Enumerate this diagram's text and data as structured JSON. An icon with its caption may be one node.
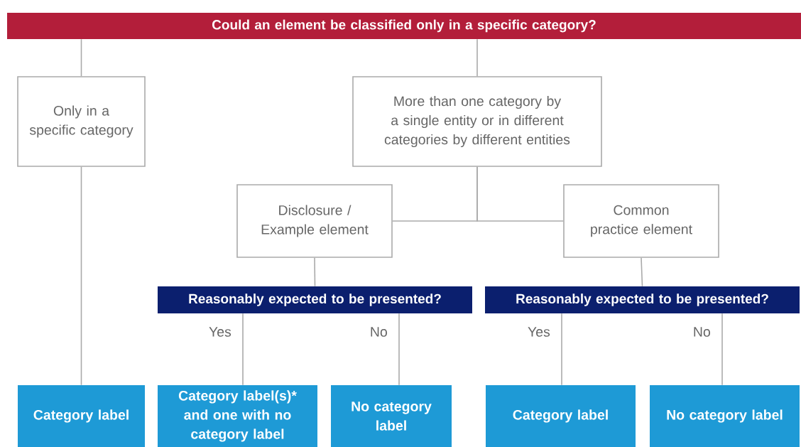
{
  "diagram": {
    "nodes": [
      {
        "text": [
          "Could an element be classified only in a specific category?"
        ]
      },
      {
        "text": [
          "Only in a specific category"
        ]
      },
      {
        "text": [
          "More than one category by a single entity or in different categories by different entities"
        ]
      },
      {
        "text": [
          "Disclosure / Example element"
        ]
      },
      {
        "text": [
          "Common practice element"
        ]
      },
      {
        "text": [
          "Reasonably expected to be presented?"
        ]
      },
      {
        "text": [
          "Reasonably expected to be presented?"
        ]
      },
      {
        "text": [
          "Category label"
        ]
      },
      {
        "text": [
          "Category label(s)* and one with no category label"
        ]
      },
      {
        "text": [
          "No category label"
        ]
      },
      {
        "text": [
          "Category label"
        ]
      },
      {
        "text": [
          "No category label"
        ]
      }
    ],
    "edges": [
      {
        "from": 0,
        "to": 1,
        "arrow": "none"
      },
      {
        "from": 0,
        "to": 2,
        "arrow": "none"
      },
      {
        "from": 2,
        "to": 3,
        "arrow": "none"
      },
      {
        "from": 2,
        "to": 4,
        "arrow": "none"
      },
      {
        "from": 1,
        "to": 7,
        "arrow": "none"
      },
      {
        "from": 3,
        "to": 5,
        "arrow": "none"
      },
      {
        "from": 4,
        "to": 6,
        "arrow": "none"
      },
      {
        "from": 5,
        "to": 8,
        "arrow": "none",
        "label": "Yes"
      },
      {
        "from": 5,
        "to": 9,
        "arrow": "none",
        "label": "No"
      },
      {
        "from": 6,
        "to": 10,
        "arrow": "none",
        "label": "Yes"
      },
      {
        "from": 6,
        "to": 11,
        "arrow": "none",
        "label": "No"
      }
    ]
  }
}
